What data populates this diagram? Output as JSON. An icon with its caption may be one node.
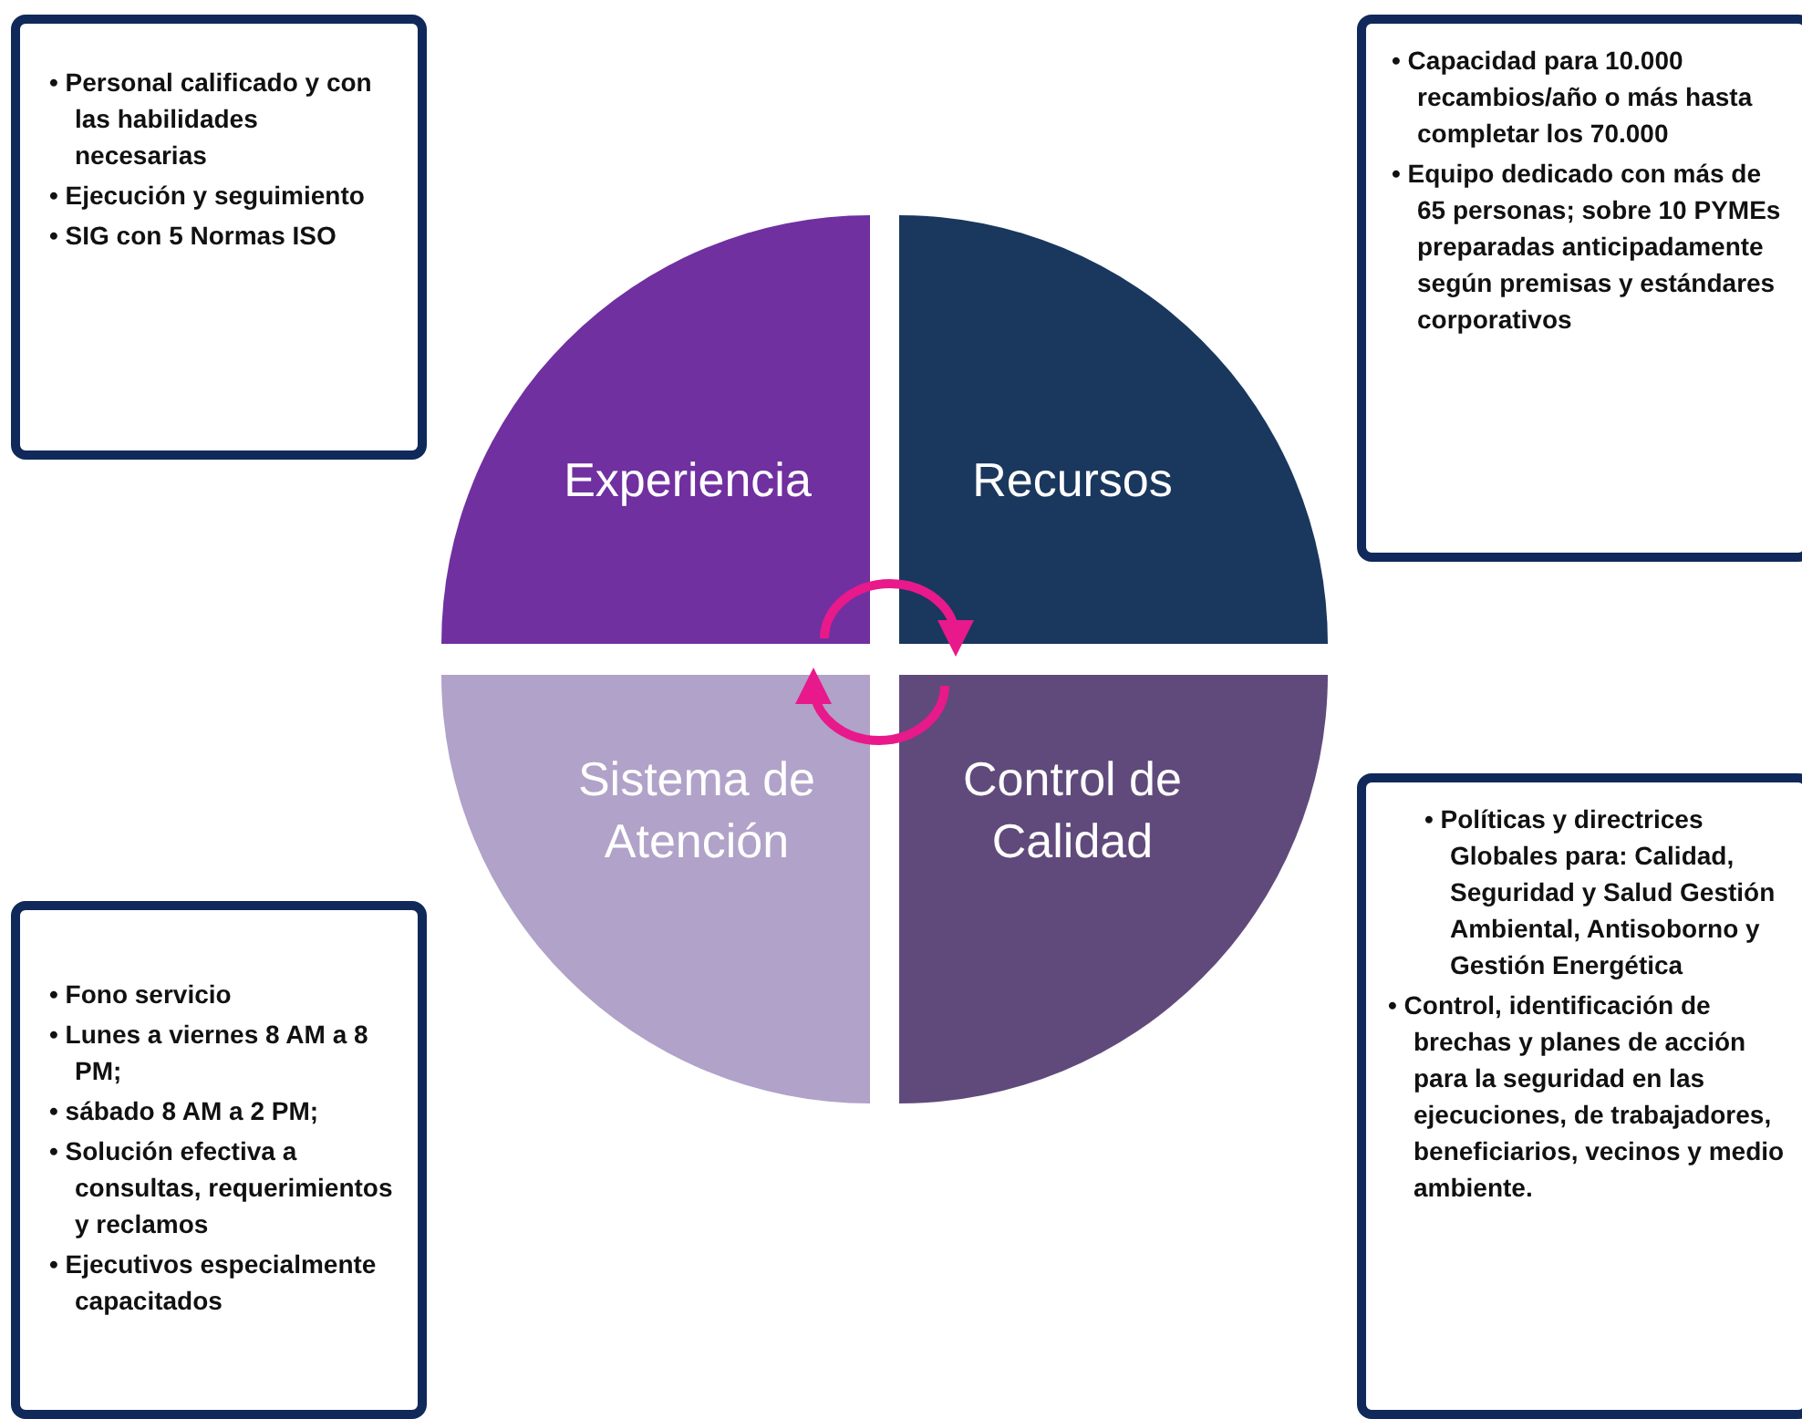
{
  "diagram": {
    "nodes": [
      {
        "text": [
          "• Personal calificado y con las habilidades necesarias",
          "• Ejecución y seguimiento",
          "• SIG con 5 Normas ISO"
        ]
      },
      {
        "text": [
          "• Capacidad para 10.000 recambios/año o más hasta completar los 70.000",
          "• Equipo dedicado con más de 65 personas; sobre 10 PYMEs preparadas anticipadamente según premisas y estándares corporativos"
        ]
      },
      {
        "text": [
          "Experiencia"
        ]
      },
      {
        "text": [
          "Recursos"
        ]
      },
      {
        "text": [
          "Sistema de Atención"
        ]
      },
      {
        "text": [
          "Control de Calidad"
        ]
      },
      {
        "text": [
          "• Fono servicio",
          "• Lunes a viernes 8 AM a 8 PM;",
          "• sábado 8 AM a 2 PM;",
          "• Solución efectiva a consultas, requerimientos y reclamos",
          "• Ejecutivos especialmente capacitados"
        ]
      },
      {
        "text": [
          "• Políticas y directrices Globales para: Calidad, Seguridad y Salud Gestión Ambiental, Antisoborno y Gestión Energética",
          "• Control, identificación de brechas y planes de acción para la seguridad en las ejecuciones, de trabajadores, beneficiarios, vecinos y medio ambiente."
        ]
      }
    ],
    "edges": [
      {
        "from": 2,
        "to": 3,
        "arrow": "to"
      },
      {
        "from": 5,
        "to": 4,
        "arrow": "to"
      }
    ]
  }
}
